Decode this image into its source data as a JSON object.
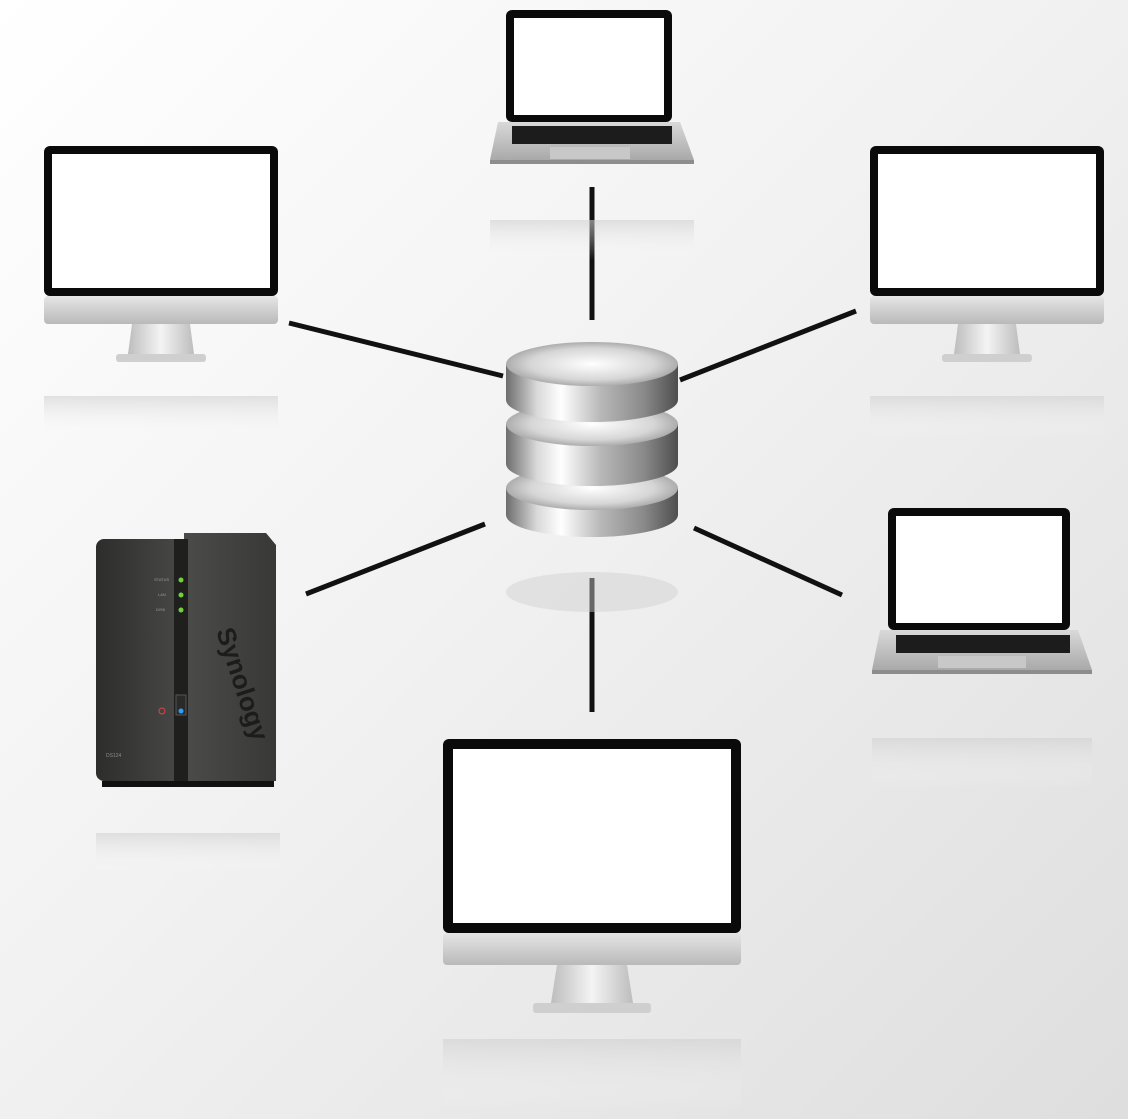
{
  "diagram": {
    "hub": {
      "icon": "database-icon"
    },
    "devices": [
      {
        "id": "top-laptop",
        "icon": "laptop-icon"
      },
      {
        "id": "left-monitor",
        "icon": "monitor-icon"
      },
      {
        "id": "right-monitor",
        "icon": "monitor-icon"
      },
      {
        "id": "nas",
        "icon": "nas-icon",
        "brand": "Synology",
        "model": "DS124",
        "led_labels": [
          "STATUS",
          "LAN",
          "DISK"
        ]
      },
      {
        "id": "right-laptop",
        "icon": "laptop-icon"
      },
      {
        "id": "bottom-monitor",
        "icon": "monitor-icon"
      }
    ],
    "colors": {
      "background": "#f0f0f0",
      "link": "#111111",
      "screen_bezel": "#0a0a0a",
      "screen": "#ffffff",
      "nas_body": "#3a3b39",
      "led": "#6fd23a"
    }
  }
}
